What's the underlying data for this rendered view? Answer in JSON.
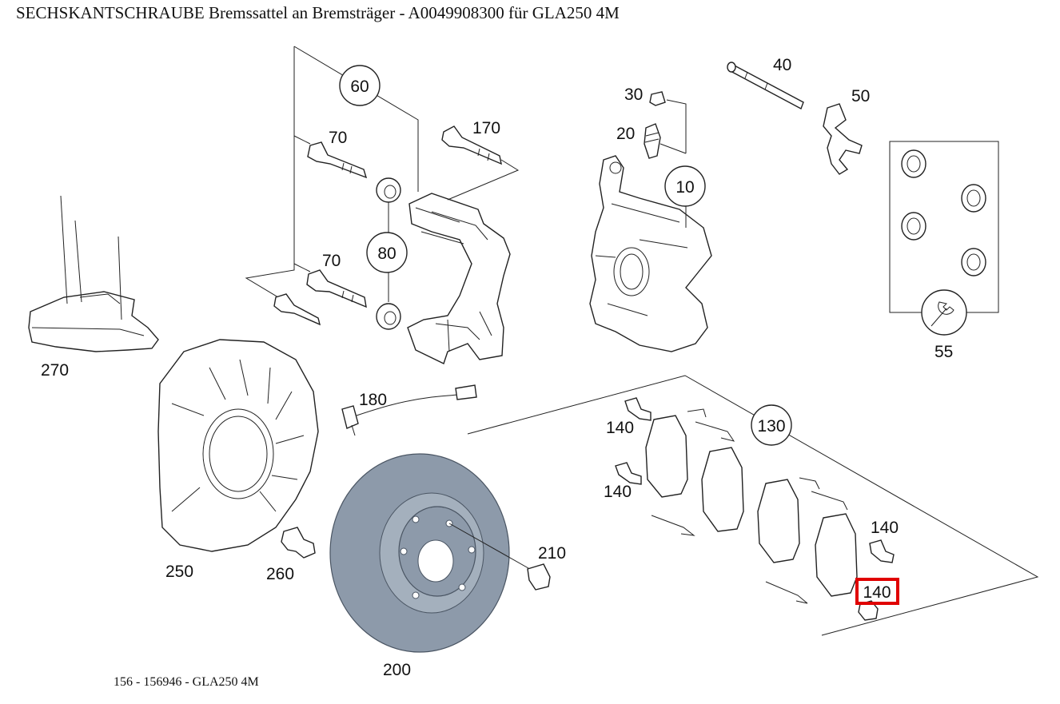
{
  "title": "SECHSKANTSCHRAUBE Bremssattel an Bremsträger - A0049908300 für GLA250 4M",
  "footer": "156 - 156946 - GLA250 4M",
  "highlight_color": "#e00000",
  "highlighted_callout": "140",
  "callouts": {
    "c10": "10",
    "c20": "20",
    "c30": "30",
    "c40": "40",
    "c50": "50",
    "c55": "55",
    "c60": "60",
    "c70a": "70",
    "c70b": "70",
    "c80": "80",
    "c130": "130",
    "c140a": "140",
    "c140b": "140",
    "c140c": "140",
    "c140d": "140",
    "c170": "170",
    "c180": "180",
    "c200": "200",
    "c210": "210",
    "c250": "250",
    "c260": "260",
    "c270": "270"
  }
}
